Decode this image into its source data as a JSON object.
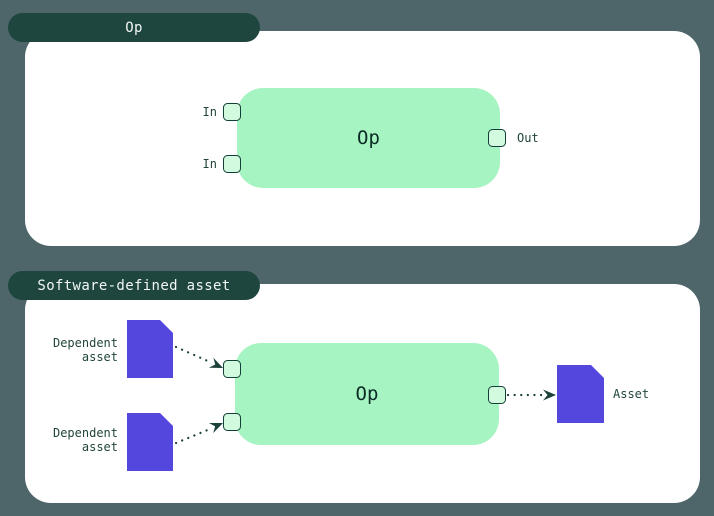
{
  "colors": {
    "background": "#4e666a",
    "tab_bg": "#1e463f",
    "tab_text": "#f2f6f4",
    "panel_bg": "#ffffff",
    "node_bg": "#a6f4c1",
    "node_text": "#0b2b25",
    "handle_bg": "#d2fadf",
    "handle_border": "#123f38",
    "asset_purple": "#5447de",
    "label_text": "#21453d",
    "arrow": "#1d423b"
  },
  "icons": {
    "input_port": "small-rounded-square-handle",
    "output_port": "small-rounded-square-handle",
    "asset_document": "rectangle-with-clipped-top-right-corner",
    "dependency_arrow": "dotted-line-with-dart-head"
  },
  "op_example": {
    "tab_label": "Op",
    "node_label": "Op",
    "input_labels": [
      "In",
      "In"
    ],
    "output_label": "Out"
  },
  "sda_example": {
    "tab_label": "Software-defined asset",
    "node_label": "Op",
    "input_labels": [
      "",
      ""
    ],
    "upstream_assets": [
      {
        "label": "Dependent asset"
      },
      {
        "label": "Dependent asset"
      }
    ],
    "downstream_asset_label": "Asset"
  }
}
